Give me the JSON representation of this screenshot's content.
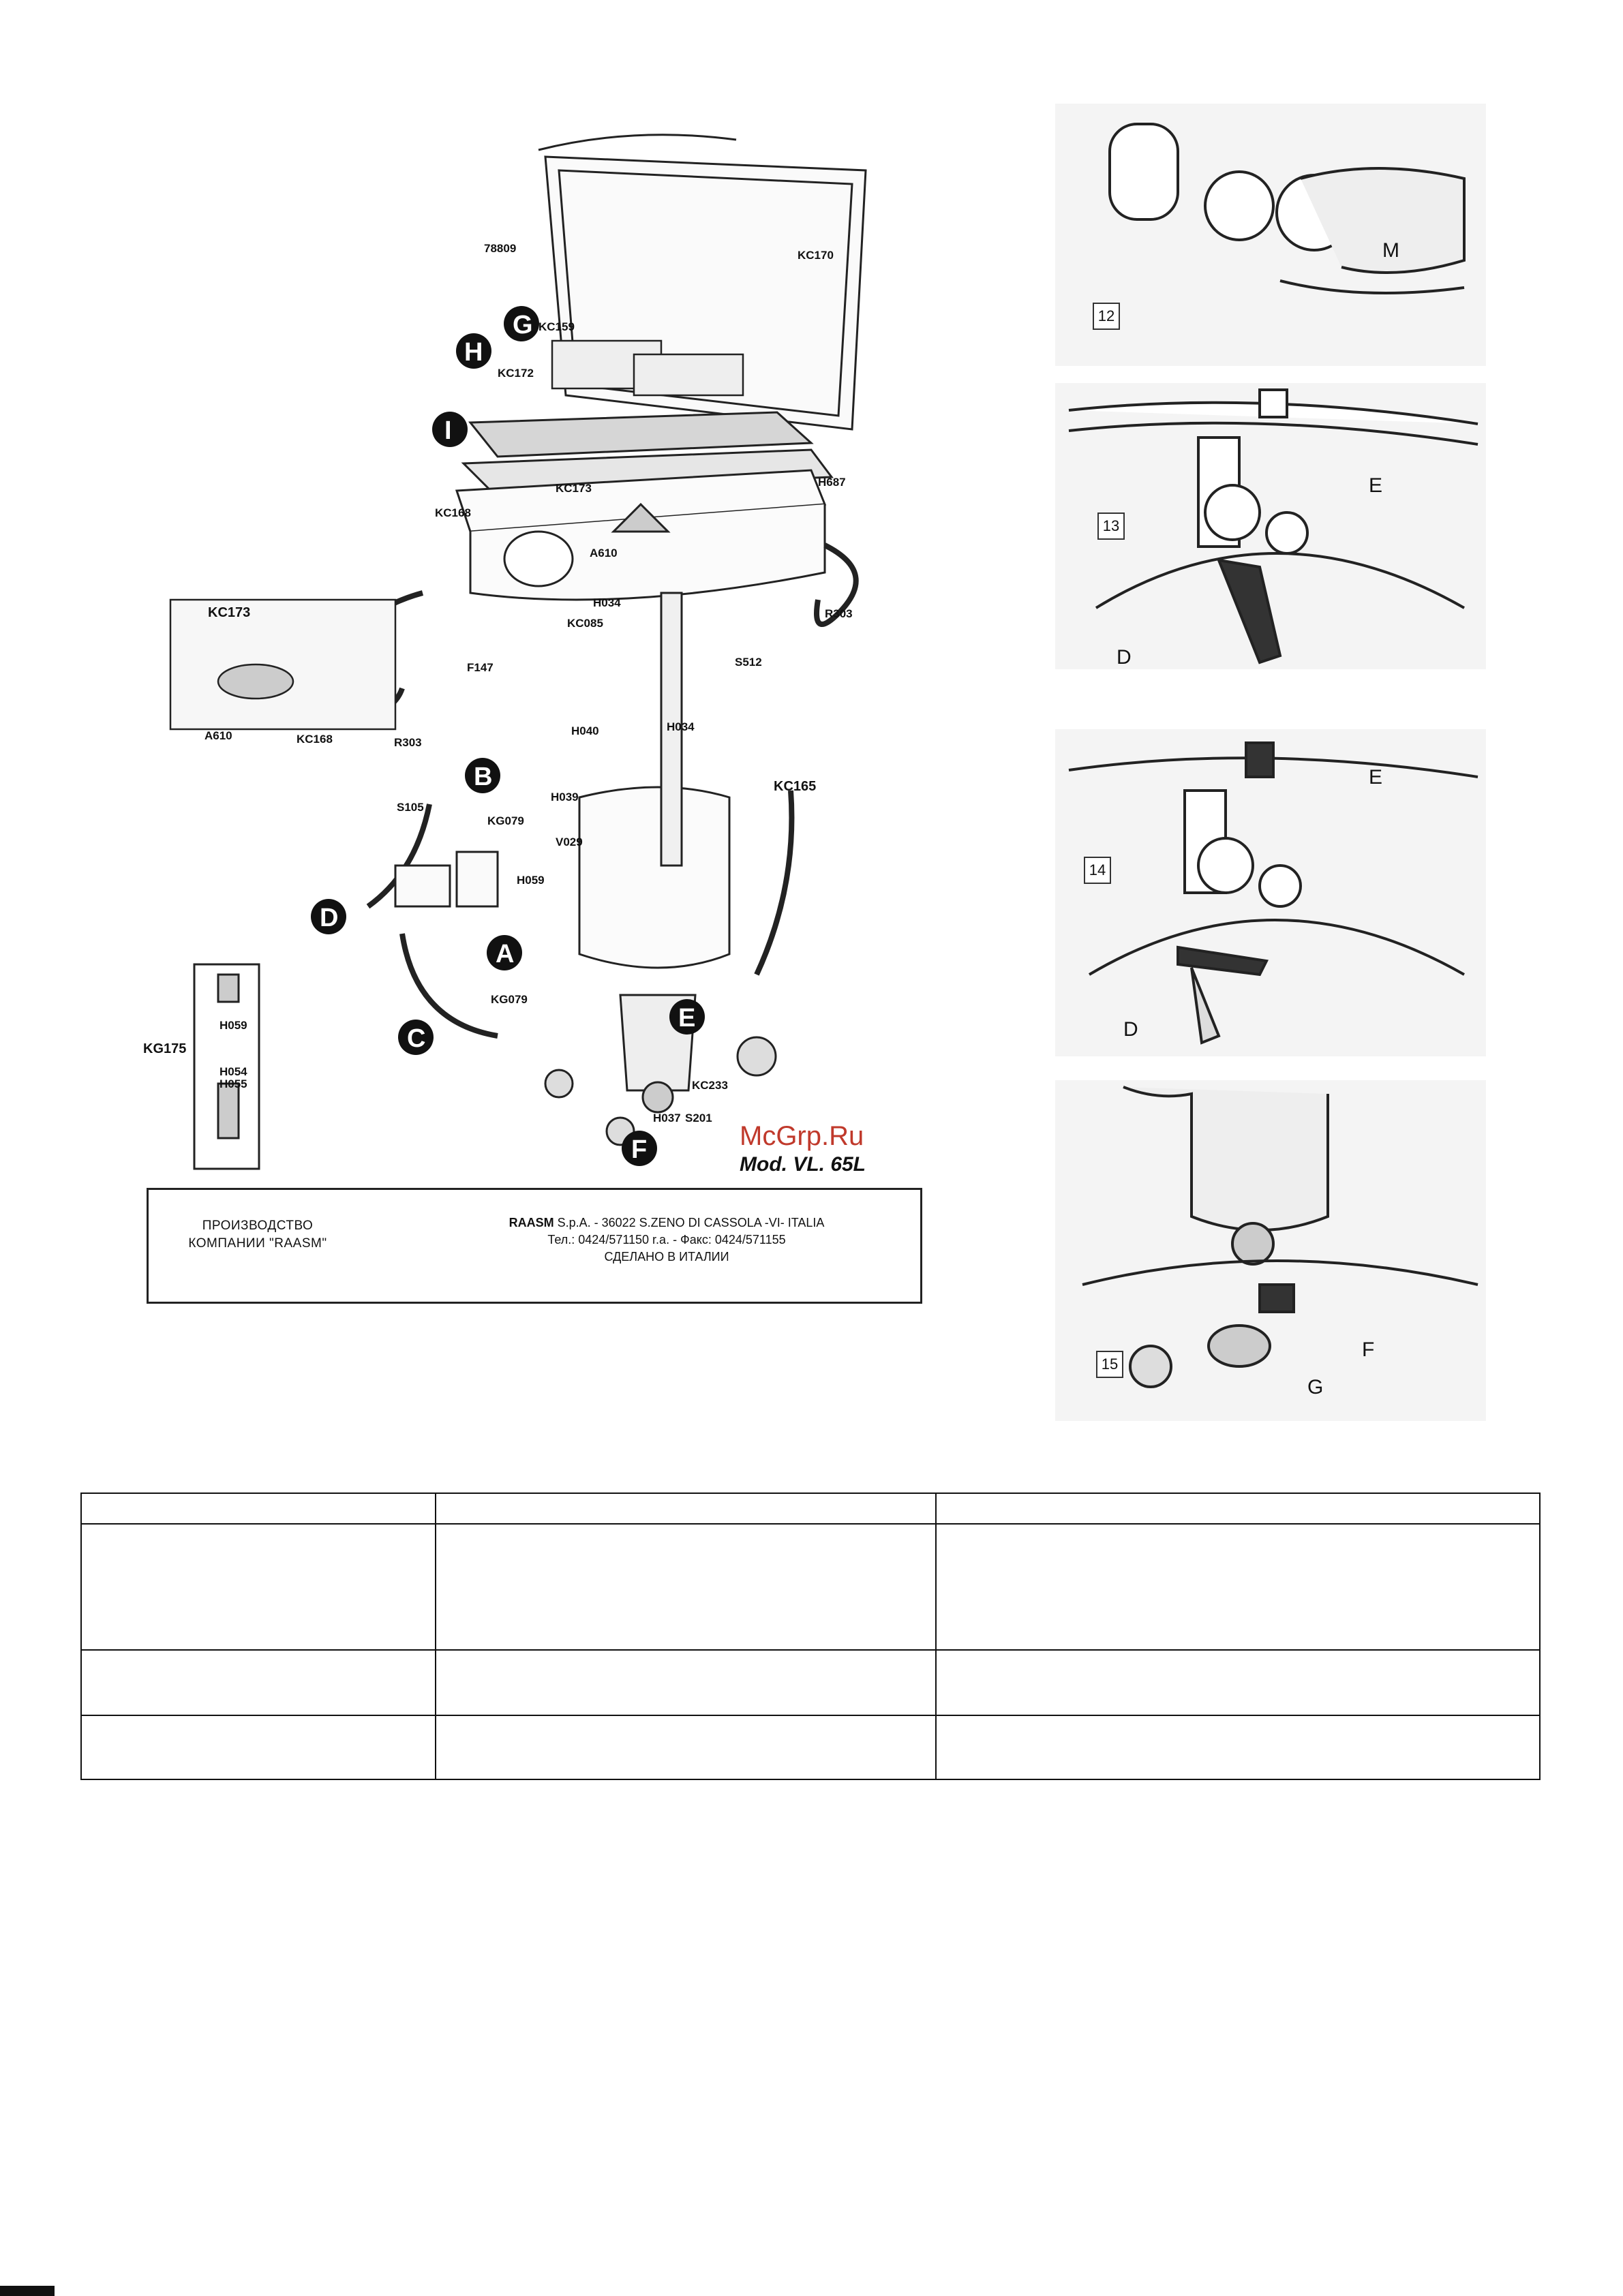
{
  "diagram": {
    "labels": {
      "p78809": "78809",
      "kc170": "KC170",
      "kc159": "KC159",
      "kc172": "KC172",
      "kc173": "KC173",
      "kc168": "KC168",
      "h687": "H687",
      "a610": "A610",
      "h034a": "H034",
      "kc085": "KC085",
      "r303a": "R303",
      "kc173b": "KC173",
      "a610b": "A610",
      "kc168b": "KC168",
      "f147": "F147",
      "r303b": "R303",
      "s512": "S512",
      "h034b": "H034",
      "h040": "H040",
      "kc165": "KC165",
      "s105": "S105",
      "kg079a": "KG079",
      "h039": "H039",
      "v029": "V029",
      "h059a": "H059",
      "kg079b": "KG079",
      "kg175": "KG175",
      "h059b": "H059",
      "h054": "H054",
      "h055": "H055",
      "kc233": "KC233",
      "h037": "H037",
      "s201": "S201"
    },
    "callouts": {
      "a": "A",
      "b": "B",
      "c": "C",
      "d": "D",
      "e": "E",
      "f": "F",
      "g": "G",
      "h": "H",
      "i": "I"
    },
    "model": "Mod. VL. 65L",
    "watermark": "McGrp.Ru"
  },
  "maker": {
    "left_line1": "ПРОИЗВОДСТВО",
    "left_line2": "КОМПАНИИ \"RAASM\"",
    "company": "RAASM",
    "company_rest": " S.p.A. - 36022 S.ZENO DI CASSOLA -VI- ITALIA",
    "phone": "Тел.: 0424/571150 r.a. - Факс: 0424/571155",
    "made_in": "СДЕЛАНО В ИТАЛИИ"
  },
  "panels": [
    {
      "num": "12",
      "labels": [
        "M"
      ]
    },
    {
      "num": "13",
      "labels": [
        "E",
        "D"
      ]
    },
    {
      "num": "14",
      "labels": [
        "E",
        "D"
      ]
    },
    {
      "num": "15",
      "labels": [
        "F",
        "G"
      ]
    }
  ],
  "table": {
    "rows": [
      [
        "",
        "",
        ""
      ],
      [
        "",
        "",
        ""
      ],
      [
        "",
        "",
        ""
      ],
      [
        "",
        "",
        ""
      ]
    ]
  },
  "colors": {
    "watermark": "#c0392b",
    "ink": "#111111",
    "callout_fill": "#111111"
  }
}
